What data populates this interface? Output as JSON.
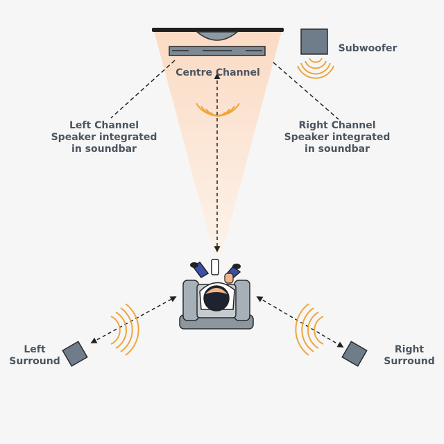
{
  "labels": {
    "centre_channel": "Centre Channel",
    "subwoofer": "Subwoofer",
    "left_channel": [
      "Left Channel",
      "Speaker integrated",
      "in soundbar"
    ],
    "right_channel": [
      "Right Channel",
      "Speaker integrated",
      "in soundbar"
    ],
    "left_surround": [
      "Left",
      "Surround"
    ],
    "right_surround": [
      "Right",
      "Surround"
    ]
  },
  "colors": {
    "background": "#f6f6f6",
    "text": "#4a5560",
    "speaker": "#6b7a86",
    "sound_wave": "#f0a43a",
    "soundbar_beam": "#fbe3cf",
    "seat": "#8b969f",
    "outline": "#222222"
  }
}
